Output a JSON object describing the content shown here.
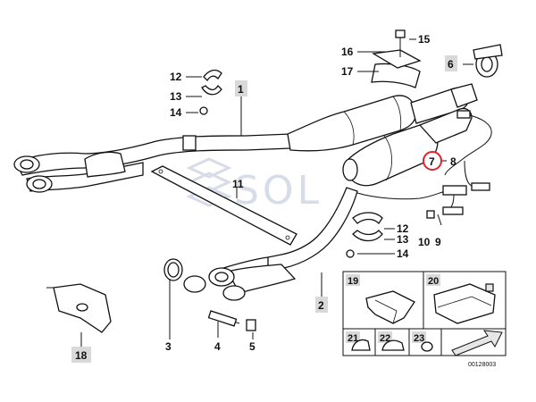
{
  "labels": {
    "l1": "1",
    "l2": "2",
    "l3": "3",
    "l4": "4",
    "l5": "5",
    "l6": "6",
    "l7": "7",
    "l8": "8",
    "l9": "9",
    "l10": "10",
    "l11": "11",
    "l12a": "12",
    "l12b": "12",
    "l13a": "13",
    "l13b": "13",
    "l14a": "14",
    "l14b": "14",
    "l15": "15",
    "l16": "16",
    "l17": "17",
    "l18": "18",
    "l19": "19",
    "l20": "20",
    "l21": "21",
    "l22": "22",
    "l23": "23"
  },
  "watermark": "SOL",
  "drawing_code": "00128003",
  "colors": {
    "highlight": "#e0242a",
    "label_box": "#d9d9d9",
    "watermark": "#d7dde8"
  }
}
